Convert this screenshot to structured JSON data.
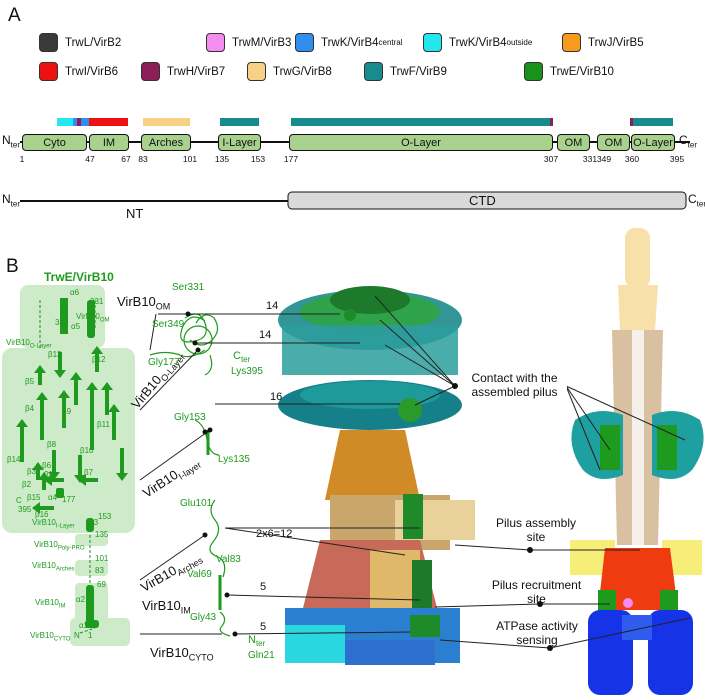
{
  "panelA": {
    "letter": "A",
    "legend": [
      {
        "name": "TrwL/VirB2",
        "sub": "",
        "color": "#3a3a3a"
      },
      {
        "name": "TrwM/VirB3",
        "sub": "",
        "color": "#f58cf0"
      },
      {
        "name": "TrwK/VirB4",
        "sub": "central",
        "color": "#2f8ef0"
      },
      {
        "name": "TrwK/VirB4",
        "sub": "outside",
        "color": "#22e8ee"
      },
      {
        "name": "TrwJ/VirB5",
        "sub": "",
        "color": "#f79a1e"
      },
      {
        "name": "TrwI/VirB6",
        "sub": "",
        "color": "#ee1111"
      },
      {
        "name": "TrwH/VirB7",
        "sub": "",
        "color": "#8e1e5a"
      },
      {
        "name": "TrwG/VirB8",
        "sub": "",
        "color": "#f7d286"
      },
      {
        "name": "TrwF/VirB9",
        "sub": "",
        "color": "#188c8c"
      },
      {
        "name": "TrwE/VirB10",
        "sub": "",
        "color": "#18921a"
      }
    ],
    "domains": [
      "Cyto",
      "IM",
      "Arches",
      "I-Layer",
      "O-Layer",
      "OM",
      "OM",
      "O-Layer"
    ],
    "residues": [
      "1",
      "47",
      "67",
      "83",
      "101",
      "135",
      "153",
      "177",
      "307",
      "331",
      "349",
      "360",
      "395"
    ],
    "nter": "N",
    "nter_sub": "ter",
    "cter": "C",
    "cter_sub": "ter",
    "nt_label": "NT",
    "ctd_label": "CTD"
  },
  "panelB": {
    "letter": "B",
    "topology_title": "TrwE/VirB10",
    "topology_labels": {
      "a6": "α6",
      "a5": "α5",
      "r331": "331",
      "r349": "349",
      "virb10_om": "VirB10",
      "virb10_om_sub": "OM",
      "virb10_ol": "VirB10",
      "virb10_ol_sub": "O-Layer",
      "b13": "β13",
      "b12": "β12",
      "b5": "β5",
      "b4": "β4",
      "b9": "β9",
      "b11": "β11",
      "b14": "β14",
      "b8": "β8",
      "b6": "β6",
      "b10": "β10",
      "b3": "β3",
      "b1": "β1",
      "b2": "β2",
      "b7": "β7",
      "b15": "β15",
      "a4": "α4",
      "r177": "177",
      "b16": "β16",
      "c": "C",
      "r395": "395",
      "il": "VirB10",
      "il_sub": "I-Layer",
      "a3": "α3",
      "r153": "153",
      "r135": "135",
      "pp": "VirB10",
      "pp_sub": "Poly-PRO",
      "ar": "VirB10",
      "ar_sub": "Arches",
      "r101": "101",
      "r83": "83",
      "im": "VirB10",
      "im_sub": "IM",
      "a2": "α2",
      "r69": "69",
      "cy": "VirB10",
      "cy_sub": "CYTO",
      "a1": "α1",
      "n": "N",
      "r1": "1"
    },
    "structure_labels": {
      "om": "VirB10",
      "om_sub": "OM",
      "ol": "VirB10",
      "ol_sub": "O-Layer",
      "il": "VirB10",
      "il_sub": "I-layer",
      "ar": "VirB10",
      "ar_sub": "Arches",
      "im": "VirB10",
      "im_sub": "IM",
      "cy": "VirB10",
      "cy_sub": "CYTO",
      "ser331": "Ser331",
      "ser349": "Ser349",
      "gly177": "Gly177",
      "cter": "C",
      "cter_sub": "ter",
      "lys395": "Lys395",
      "gly153": "Gly153",
      "lys135": "Lys135",
      "glu101": "Glu101",
      "val83": "Val83",
      "val69": "Val69",
      "gly43": "Gly43",
      "nter": "N",
      "nter_sub": "ter",
      "gln21": "Gln21"
    },
    "counts": [
      "14",
      "14",
      "16",
      "2x6=12",
      "5",
      "5"
    ],
    "annotations": {
      "contact": "Contact with the assembled pilus",
      "assembly1": "Pilus assembly",
      "assembly2": "site",
      "recruit1": "Pilus recruitment",
      "recruit2": "site",
      "atpase1": "ATPase activity",
      "atpase2": "sensing"
    }
  }
}
